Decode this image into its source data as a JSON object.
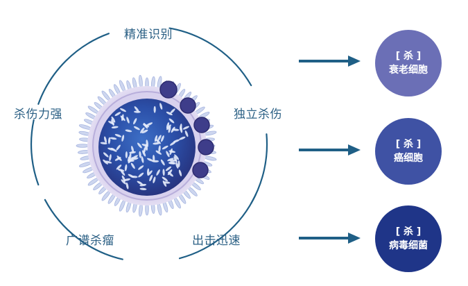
{
  "features": {
    "top": "精准识别",
    "left": "杀伤力强",
    "right": "独立杀伤",
    "bottom_left": "广谱杀瘤",
    "bottom_right": "出击迅速"
  },
  "targets": [
    {
      "tag": "[ 杀 ]",
      "name": "衰老细胞",
      "color": "#6b6fb6"
    },
    {
      "tag": "[ 杀 ]",
      "name": "癌细胞",
      "color": "#3f52a4"
    },
    {
      "tag": "[ 杀 ]",
      "name": "病毒细菌",
      "color": "#1f3588"
    }
  ],
  "colors": {
    "ring": "#1f5f86",
    "arrow": "#1f5f86",
    "label": "#2a5f84"
  }
}
